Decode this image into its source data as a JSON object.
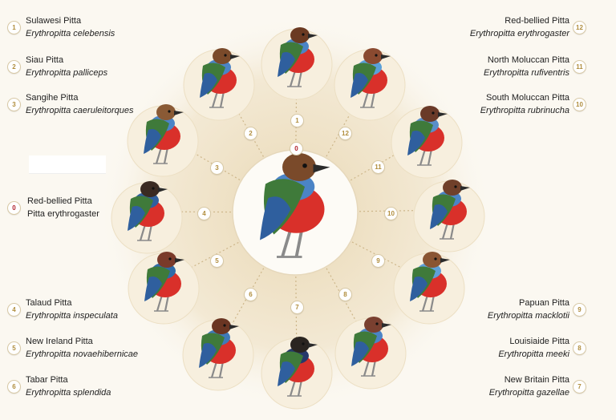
{
  "labels": [
    {
      "num": "1",
      "common": "Sulawesi Pitta",
      "sci": "Erythropitta celebensis"
    },
    {
      "num": "2",
      "common": "Siau Pitta",
      "sci": "Erythropitta palliceps"
    },
    {
      "num": "3",
      "common": "Sangihe Pitta",
      "sci": "Erythropitta caeruleitorques"
    },
    {
      "num": "0",
      "common": "Red-bellied Pitta",
      "sci": "Pitta erythrogaster"
    },
    {
      "num": "4",
      "common": "Talaud Pitta",
      "sci": "Erythropitta inspeculata"
    },
    {
      "num": "5",
      "common": "New Ireland Pitta",
      "sci": "Erythropitta novaehibernicae"
    },
    {
      "num": "6",
      "common": "Tabar Pitta",
      "sci": "Erythropitta splendida"
    },
    {
      "num": "12",
      "common": "Red-bellied Pitta",
      "sci": "Erythropitta erythrogaster"
    },
    {
      "num": "11",
      "common": "North Moluccan Pitta",
      "sci": "Erythropitta rufiventris"
    },
    {
      "num": "10",
      "common": "South Moluccan Pitta",
      "sci": "Erythropitta rubrinucha"
    },
    {
      "num": "9",
      "common": "Papuan Pitta",
      "sci": "Erythropitta macklotii"
    },
    {
      "num": "8",
      "common": "Louisiaide Pitta",
      "sci": "Erythropitta meeki"
    },
    {
      "num": "7",
      "common": "New Britain Pitta",
      "sci": "Erythropitta gazellae"
    }
  ],
  "center_badge": "0",
  "wheel_badges": [
    "1",
    "2",
    "3",
    "4",
    "5",
    "6",
    "7",
    "8",
    "9",
    "10",
    "11",
    "12"
  ],
  "colors": {
    "background": "#fbf8f1",
    "glow": "#efe3c8",
    "badge_gold": "#b08d3c",
    "badge_red": "#b0202a",
    "bird_blue": "#2f5f9e",
    "bird_green": "#3f7a3a",
    "bird_red": "#d9302a",
    "bird_brown": "#7a4a2a"
  }
}
